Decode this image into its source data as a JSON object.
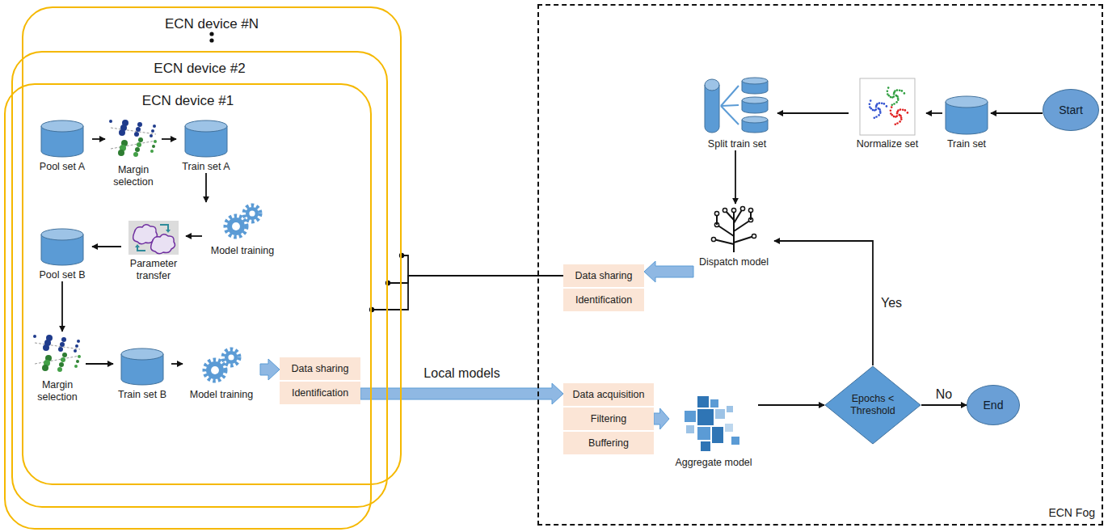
{
  "diagram": {
    "nodes": [
      {
        "text": [
          "ECN device #N"
        ]
      },
      {
        "text": [
          "ECN device #2"
        ]
      },
      {
        "text": [
          "ECN device #1"
        ]
      },
      {
        "text": [
          "Pool set A"
        ],
        "in": 2
      },
      {
        "text": [
          "Margin selection"
        ],
        "in": 2
      },
      {
        "text": [
          "Train set A"
        ],
        "in": 2
      },
      {
        "text": [
          "Model training"
        ],
        "in": 2
      },
      {
        "text": [
          "Parameter transfer"
        ],
        "in": 2
      },
      {
        "text": [
          "Pool set B"
        ],
        "in": 2
      },
      {
        "text": [
          "Margin selection"
        ],
        "in": 2
      },
      {
        "text": [
          "Train set B"
        ],
        "in": 2
      },
      {
        "text": [
          "Model training"
        ],
        "in": 2
      },
      {
        "text": [
          "Data sharing",
          "Identification"
        ],
        "in": 2
      },
      {
        "text": [
          "ECN Fog"
        ]
      },
      {
        "text": [
          "Start"
        ],
        "in": 13
      },
      {
        "text": [
          "Train set"
        ],
        "in": 13
      },
      {
        "text": [
          "Normalize set"
        ],
        "in": 13
      },
      {
        "text": [
          "Split train set"
        ],
        "in": 13
      },
      {
        "text": [
          "Dispatch model"
        ],
        "in": 13
      },
      {
        "text": [
          "Data sharing",
          "Identification"
        ],
        "in": 13
      },
      {
        "text": [
          "Data acquisition",
          "Filtering",
          "Buffering"
        ],
        "in": 13
      },
      {
        "text": [
          "Aggregate model"
        ],
        "in": 13
      },
      {
        "text": [
          "Epochs < Threshold"
        ],
        "in": 13
      },
      {
        "text": [
          "End"
        ],
        "in": 13
      }
    ],
    "edges": [
      {
        "from": 3,
        "to": 4,
        "arrow": "to"
      },
      {
        "from": 4,
        "to": 5,
        "arrow": "to"
      },
      {
        "from": 5,
        "to": 6,
        "arrow": "to"
      },
      {
        "from": 6,
        "to": 7,
        "arrow": "to"
      },
      {
        "from": 7,
        "to": 8,
        "arrow": "to"
      },
      {
        "from": 8,
        "to": 9,
        "arrow": "to"
      },
      {
        "from": 9,
        "to": 10,
        "arrow": "to"
      },
      {
        "from": 10,
        "to": 11,
        "arrow": "to"
      },
      {
        "from": 11,
        "to": 12,
        "arrow": "to"
      },
      {
        "from": 12,
        "to": 20,
        "label": "Local models",
        "arrow": "to"
      },
      {
        "from": 14,
        "to": 15,
        "arrow": "to"
      },
      {
        "from": 15,
        "to": 16,
        "arrow": "to"
      },
      {
        "from": 16,
        "to": 17,
        "arrow": "to"
      },
      {
        "from": 17,
        "to": 18,
        "arrow": "to"
      },
      {
        "from": 18,
        "to": 19,
        "arrow": "to"
      },
      {
        "from": 19,
        "to": 0,
        "arrow": "none"
      },
      {
        "from": 19,
        "to": 1,
        "arrow": "none"
      },
      {
        "from": 19,
        "to": 2,
        "arrow": "none"
      },
      {
        "from": 20,
        "to": 21,
        "arrow": "to"
      },
      {
        "from": 21,
        "to": 22,
        "arrow": "to"
      },
      {
        "from": 22,
        "to": 18,
        "label": "Yes",
        "arrow": "to"
      },
      {
        "from": 22,
        "to": 23,
        "label": "No",
        "arrow": "to"
      }
    ]
  }
}
